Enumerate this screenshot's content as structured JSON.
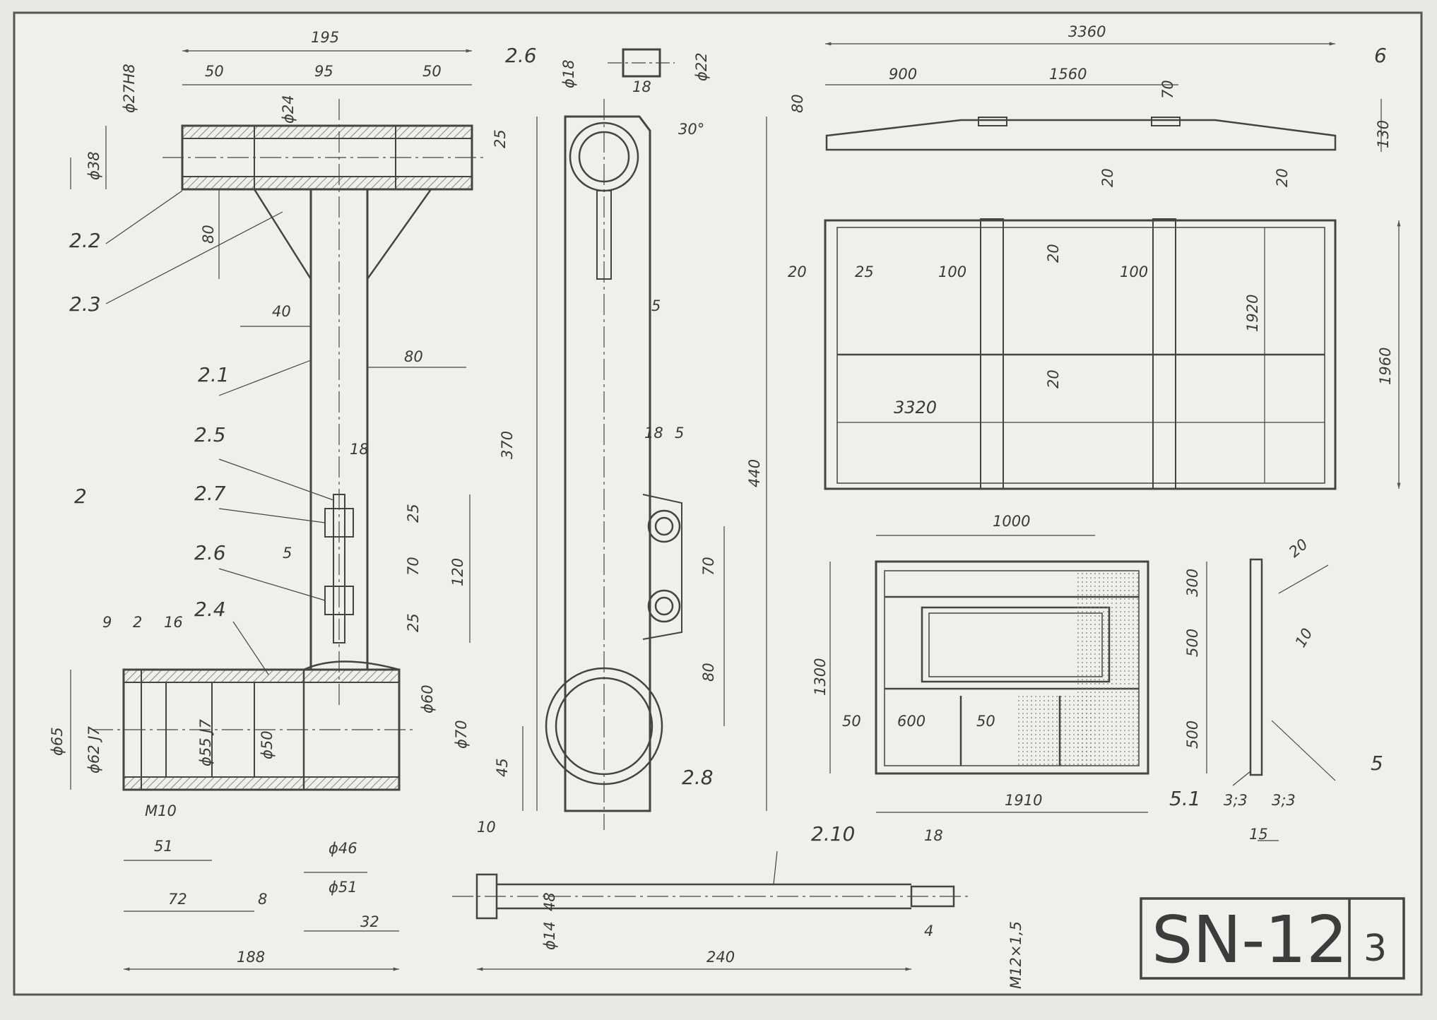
{
  "title_block": {
    "code": "SN-12",
    "sheet": "3"
  },
  "views": {
    "assembly_2": {
      "ref": "2",
      "parts": [
        "2.1",
        "2.2",
        "2.3",
        "2.4",
        "2.5",
        "2.6",
        "2.7"
      ],
      "dims": {
        "overall_top": "195",
        "left": "50",
        "mid": "95",
        "right": "50",
        "tube_dia": "ϕ27H8",
        "plate_dia": "ϕ38",
        "hole": "ϕ24",
        "gap": "25",
        "gusset_h": "80",
        "rib_w": "40",
        "stem_offset": "80",
        "bolt": "18",
        "s25a": "25",
        "s70": "70",
        "s25b": "25",
        "s120": "120",
        "s5": "5",
        "l9": "9",
        "l2": "2",
        "l16": "16",
        "d65": "ϕ65",
        "d62": "ϕ62 J7",
        "d55": "ϕ55 J7",
        "d50": "ϕ50",
        "d60": "ϕ60",
        "d70": "ϕ70",
        "d46": "ϕ46",
        "d51": "ϕ51",
        "m10": "M10",
        "l51": "51",
        "l72": "72",
        "l8": "8",
        "l32": "32",
        "l188": "188"
      }
    },
    "part_2_6": {
      "ref": "2.6",
      "d18": "ϕ18",
      "w18": "18",
      "d22": "ϕ22"
    },
    "arm_2_8": {
      "ref": "2.8",
      "angle": "30°",
      "len370": "370",
      "len440": "440",
      "s5": "5",
      "t18": "18",
      "t5": "5",
      "h70": "70",
      "h80": "80",
      "h45": "45"
    },
    "bolt_2_10": {
      "ref": "2.10",
      "t10": "10",
      "t18": "18",
      "head": "48",
      "d14": "ϕ14",
      "len": "240",
      "t4": "4",
      "thread": "M12×1,5"
    },
    "frame_6": {
      "ref": "6",
      "total": "3360",
      "l900": "900",
      "l1560": "1560",
      "h80": "80",
      "h70": "70",
      "h130": "130",
      "h20a": "20",
      "h20b": "20",
      "w20": "20",
      "w25": "25",
      "w100a": "100",
      "w100b": "100",
      "v20a": "20",
      "v20b": "20",
      "inner_w": "3320",
      "inner_h": "1920",
      "outer_h": "1960"
    },
    "panel_5": {
      "ref": "5",
      "sub": "5.1",
      "w1000": "1000",
      "h1300": "1300",
      "h300": "300",
      "h500a": "500",
      "h500b": "500",
      "w50a": "50",
      "w600": "600",
      "w50b": "50",
      "w1910": "1910",
      "t20": "20",
      "t10": "10",
      "s33a": "3;3",
      "s33b": "3;3",
      "t15": "15"
    }
  }
}
